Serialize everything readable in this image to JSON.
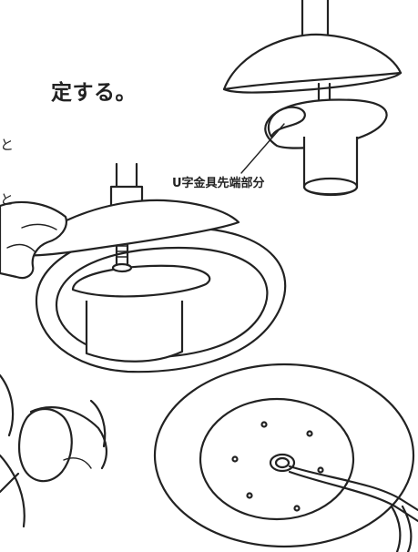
{
  "instruction": {
    "text_fragment": "定する。",
    "stray_glyphs": [
      "と",
      "と"
    ]
  },
  "callout": {
    "label": "U字金具先端部分"
  },
  "illustrations": [
    {
      "name": "lampshade-top-view",
      "depicts": "shade with U-bracket on pole"
    },
    {
      "name": "lampshade-fitting",
      "depicts": "hand fitting shade into ring"
    },
    {
      "name": "hand-holding-bulb",
      "depicts": "hand holding bulb"
    },
    {
      "name": "base-with-cord",
      "depicts": "oval base plate with cord"
    }
  ]
}
